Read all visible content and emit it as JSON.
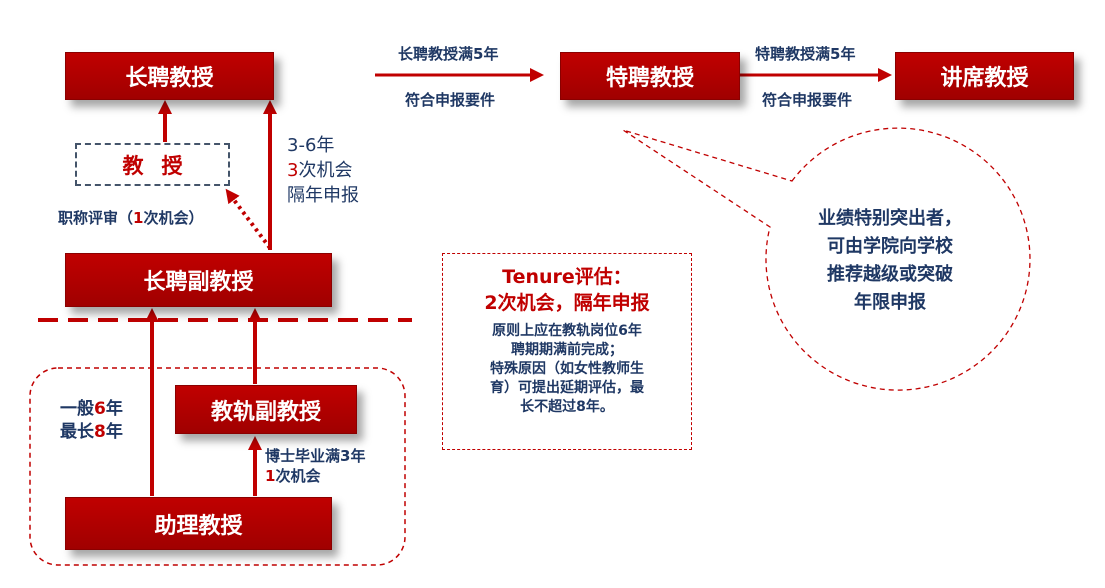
{
  "boxes": {
    "tenured_professor": "长聘教授",
    "distinguished_professor": "特聘教授",
    "chair_professor": "讲席教授",
    "professor": "教授",
    "tenured_associate": "长聘副教授",
    "track_associate": "教轨副教授",
    "assistant_professor": "助理教授"
  },
  "labels": {
    "arrow1_top": "长聘教授满5年",
    "arrow1_bottom": "符合申报要件",
    "arrow2_top": "特聘教授满5年",
    "arrow2_bottom": "符合申报要件",
    "years_range": "3-6年",
    "chances_num": "3",
    "chances_text": "次机会",
    "alternate_year": "隔年申报",
    "title_review_pre": "职称评审（",
    "title_review_num": "1",
    "title_review_post": "次机会）",
    "general_pre": "一般",
    "general_num": "6",
    "general_post": "年",
    "max_pre": "最长",
    "max_num": "8",
    "max_post": "年",
    "phd": "博士毕业满3年",
    "phd_num": "1",
    "phd_chance": "次机会"
  },
  "tenure": {
    "title1": "Tenure评估：",
    "title2": "2次机会，隔年申报",
    "body": [
      "原则上应在教轨岗位6年",
      "聘期期满前完成；",
      "特殊原因（如女性教师生",
      "育）可提出延期评估，最",
      "长不超过8年。"
    ]
  },
  "bubble": {
    "lines": [
      "业绩特别突出者，",
      "可由学院向学校",
      "推荐越级或突破",
      "年限申报"
    ]
  },
  "colors": {
    "red": "#c00000",
    "navy": "#1f3864",
    "gray": "#44546a"
  }
}
